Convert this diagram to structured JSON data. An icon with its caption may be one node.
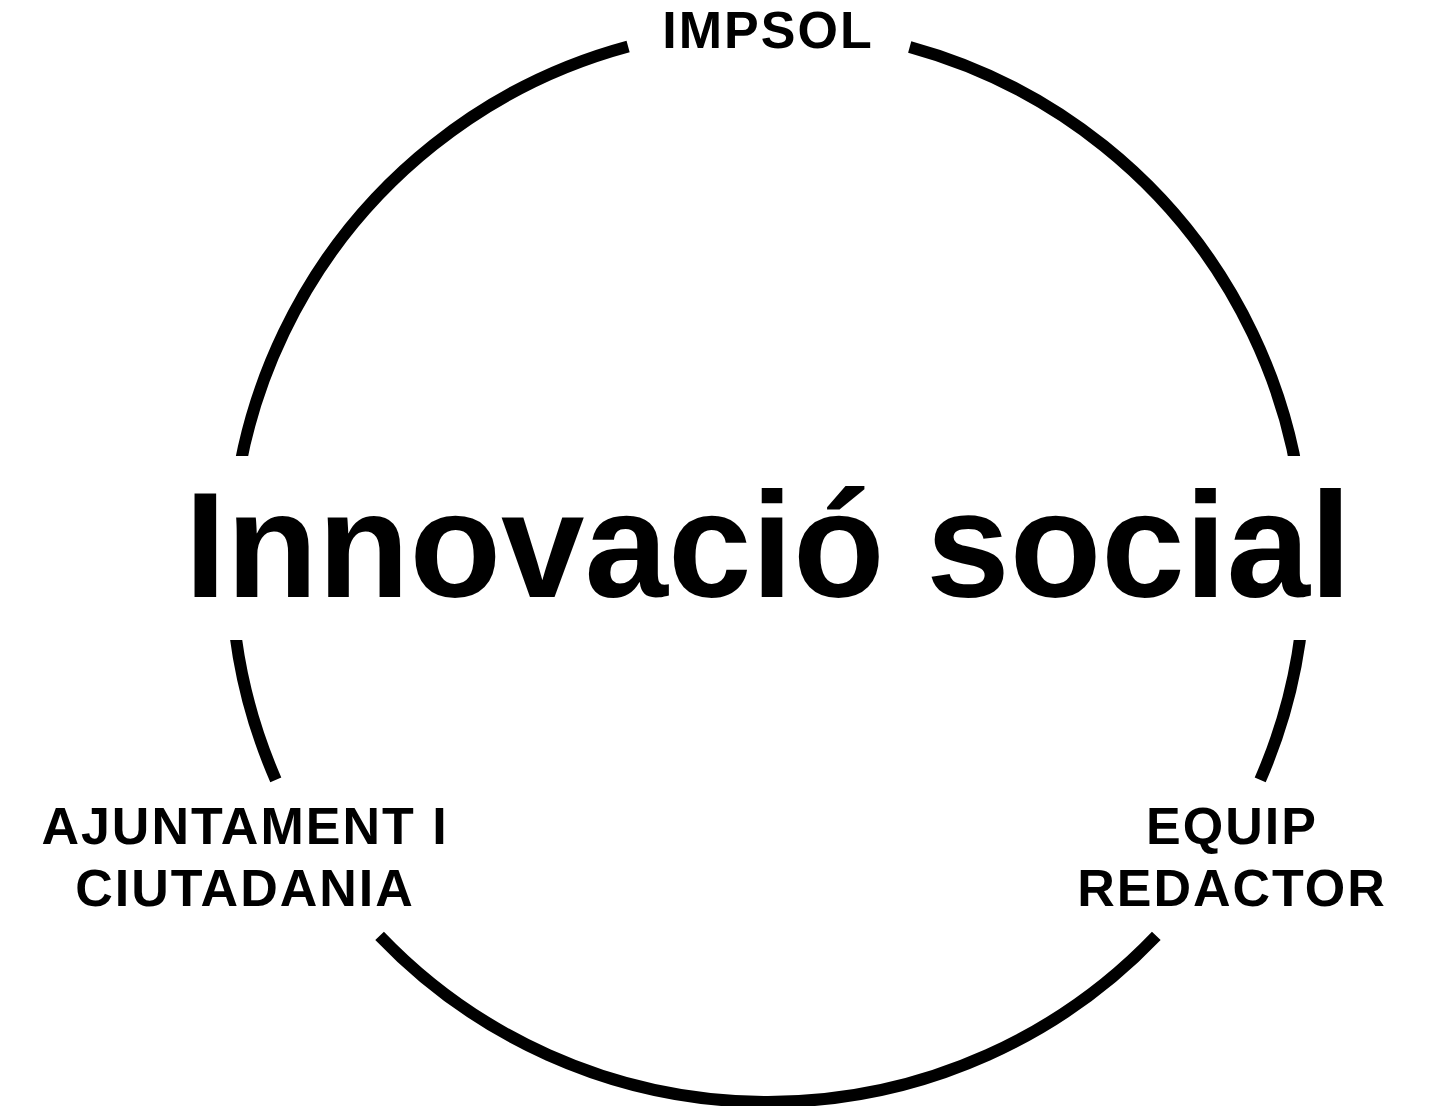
{
  "diagram": {
    "title": "Innovació social",
    "nodes": [
      {
        "text": [
          "IMPSOL"
        ]
      },
      {
        "text": [
          "AJUNTAMENT I CIUTADANIA"
        ]
      },
      {
        "text": [
          "EQUIP REDACTOR"
        ]
      }
    ],
    "edges": [
      {
        "from": 0,
        "to": 2,
        "arrow": "none"
      },
      {
        "from": 2,
        "to": 1,
        "arrow": "none"
      },
      {
        "from": 1,
        "to": 0,
        "arrow": "none"
      }
    ]
  }
}
